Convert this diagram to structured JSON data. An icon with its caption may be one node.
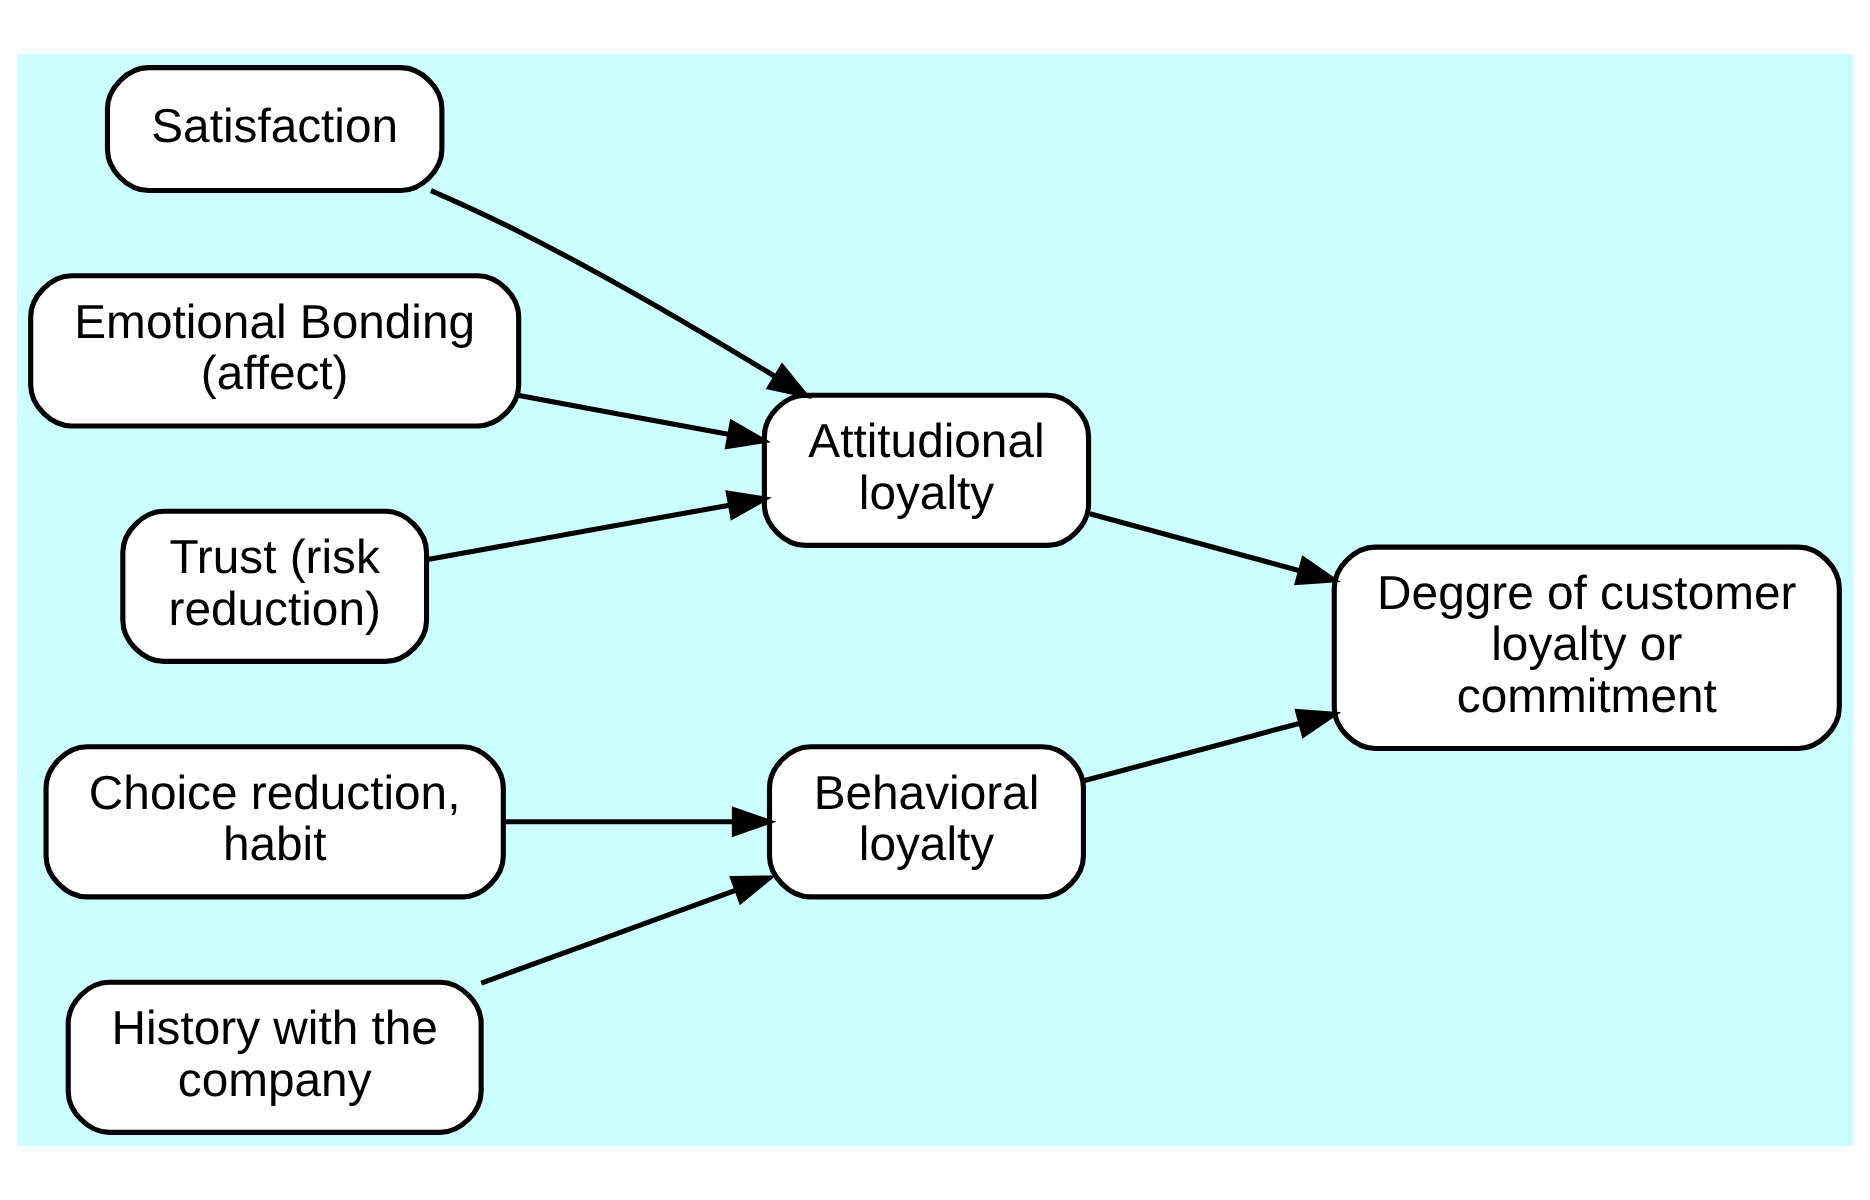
{
  "diagram": {
    "nodes": [
      {
        "text": [
          "Satisfaction"
        ]
      },
      {
        "text": [
          "Emotional Bonding (affect)"
        ]
      },
      {
        "text": [
          "Trust (risk reduction)"
        ]
      },
      {
        "text": [
          "Choice reduction, habit"
        ]
      },
      {
        "text": [
          "History with the company"
        ]
      },
      {
        "text": [
          "Attitudional loyalty"
        ]
      },
      {
        "text": [
          "Behavioral loyalty"
        ]
      },
      {
        "text": [
          "Deggre of customer loyalty or commitment"
        ]
      }
    ],
    "edges": [
      {
        "from": 0,
        "to": 5,
        "arrow": "to"
      },
      {
        "from": 1,
        "to": 5,
        "arrow": "to"
      },
      {
        "from": 2,
        "to": 5,
        "arrow": "to"
      },
      {
        "from": 3,
        "to": 6,
        "arrow": "to"
      },
      {
        "from": 4,
        "to": 6,
        "arrow": "to"
      },
      {
        "from": 5,
        "to": 7,
        "arrow": "to"
      },
      {
        "from": 6,
        "to": 7,
        "arrow": "to"
      }
    ]
  }
}
